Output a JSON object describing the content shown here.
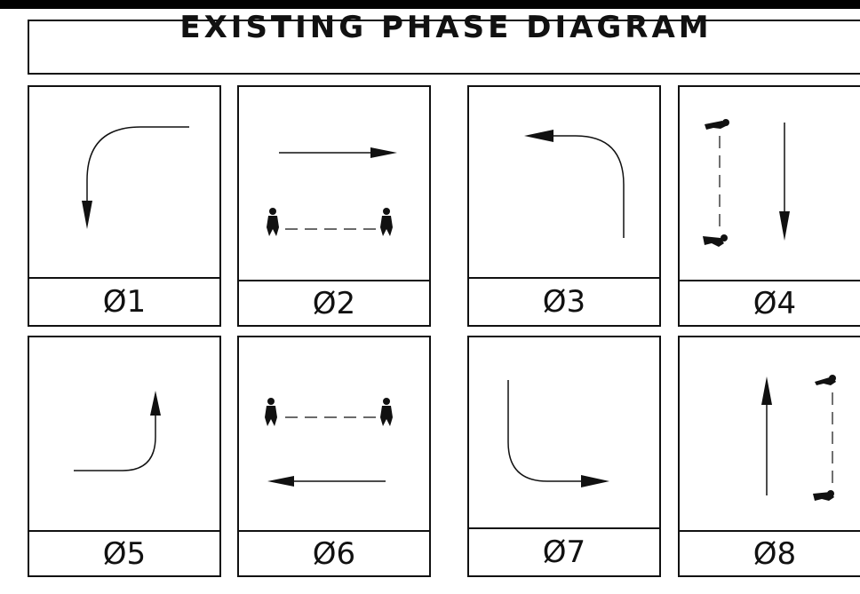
{
  "title": "EXISTING PHASE DIAGRAM",
  "phases": [
    {
      "label": "Ø1",
      "icon": "left-turn-southbound-arrow-icon"
    },
    {
      "label": "Ø2",
      "icon": "eastbound-through-arrow-with-pedestrian-crossing-icon"
    },
    {
      "label": "Ø3",
      "icon": "left-turn-westbound-arrow-icon"
    },
    {
      "label": "Ø4",
      "icon": "southbound-through-arrow-with-pedestrian-crossing-icon"
    },
    {
      "label": "Ø5",
      "icon": "left-turn-northbound-arrow-icon"
    },
    {
      "label": "Ø6",
      "icon": "westbound-through-arrow-with-pedestrian-crossing-icon"
    },
    {
      "label": "Ø7",
      "icon": "left-turn-eastbound-arrow-icon"
    },
    {
      "label": "Ø8",
      "icon": "northbound-through-arrow-with-pedestrian-crossing-icon"
    }
  ]
}
